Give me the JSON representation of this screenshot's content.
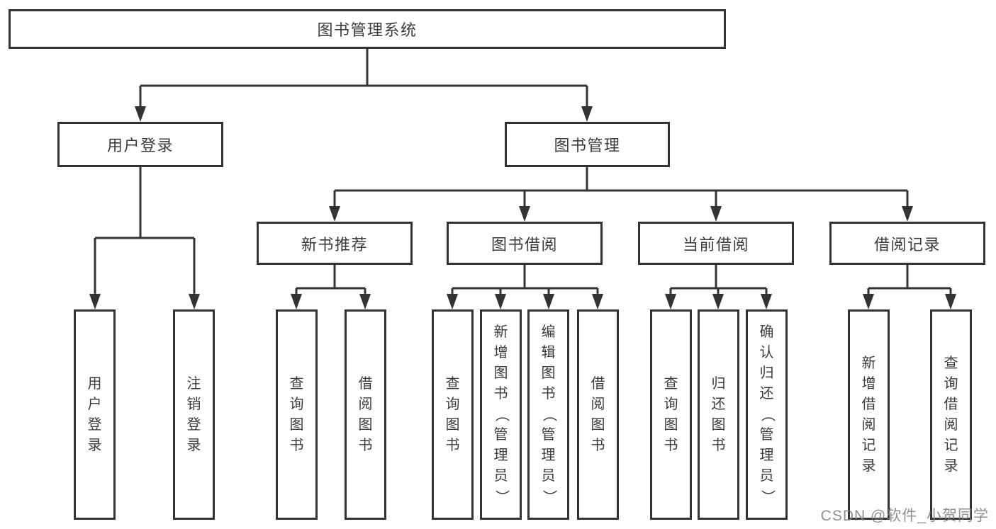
{
  "diagram": {
    "title": "图书管理系统",
    "watermark": "CSDN @软件_小贺同学",
    "colors": {
      "line": "#333333",
      "text": "#3b3b3b",
      "box_background": "#ffffff",
      "watermark": "#7d7d7d"
    },
    "tree": {
      "root": {
        "label": "图书管理系统"
      },
      "branches": [
        {
          "label": "用户登录",
          "children": [
            {
              "label": "用户登录"
            },
            {
              "label": "注销登录"
            }
          ]
        },
        {
          "label": "图书管理",
          "children": [
            {
              "label": "新书推荐",
              "children": [
                {
                  "label": "查询图书"
                },
                {
                  "label": "借阅图书"
                }
              ]
            },
            {
              "label": "图书借阅",
              "children": [
                {
                  "label": "查询图书"
                },
                {
                  "label": "新增图书（管理员）"
                },
                {
                  "label": "编辑图书（管理员）"
                },
                {
                  "label": "借阅图书"
                }
              ]
            },
            {
              "label": "当前借阅",
              "children": [
                {
                  "label": "查询图书"
                },
                {
                  "label": "归还图书"
                },
                {
                  "label": "确认归还（管理员）"
                }
              ]
            },
            {
              "label": "借阅记录",
              "children": [
                {
                  "label": "新增借阅记录"
                },
                {
                  "label": "查询借阅记录"
                }
              ]
            }
          ]
        }
      ]
    }
  }
}
